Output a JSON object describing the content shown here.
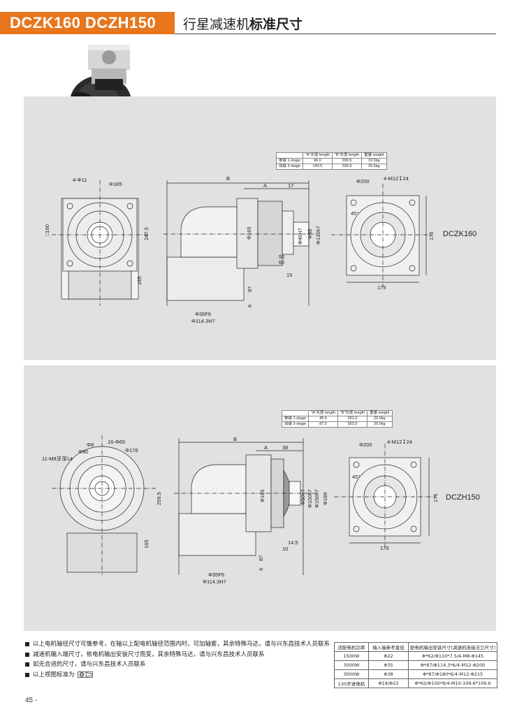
{
  "header": {
    "model": "DCZK160 DCZH150",
    "title_normal": "行星减速机",
    "title_bold": "标准尺寸"
  },
  "panel1": {
    "model_label": "DCZK160",
    "table": {
      "head": [
        "",
        "\"A\"长度 length",
        "\"B\"长度 length",
        "重量 weight"
      ],
      "rows": [
        [
          "单级 1-stage",
          "96.0",
          "290.5",
          "19.5kg"
        ],
        [
          "双级 2-stage",
          "140.5",
          "335.0",
          "25.5kg"
        ]
      ]
    },
    "dims": {
      "holes": "4-Φ11",
      "pcd": "Φ185",
      "sq": "□160",
      "h": "247.5",
      "h2": "165",
      "B": "B",
      "A": "A",
      "a17": "17",
      "phi165": "Φ165",
      "phi40": "Φ40H7",
      "phi55": "Φ55",
      "phi130": "Φ130h7",
      "d56": "56",
      "d62": "62",
      "d15": "15",
      "d87": "87",
      "d6": "6",
      "phi35": "Φ35F6",
      "phi114": "Φ114.3H7",
      "flange_pcd": "Φ200",
      "flange_holes": "4-M12↧24",
      "flange_sq": "175",
      "flange_w": "175",
      "flange_ang": "45°"
    }
  },
  "panel2": {
    "model_label": "DCZH150",
    "table": {
      "head": [
        "",
        "\"A\"长度 length",
        "\"B\"长度 length",
        "重量 weight"
      ],
      "rows": [
        [
          "单级 1-stage",
          "45.5",
          "261.0",
          "20.0kg"
        ],
        [
          "双级 2-stage",
          "87.5",
          "303.0",
          "26.0kg"
        ]
      ]
    },
    "dims": {
      "thread": "11-M8牙深14",
      "phi8": "Φ8",
      "phi80": "Φ80",
      "holes": "16-Φ65",
      "phi178": "Φ178",
      "h": "259.5",
      "h2": "165",
      "B": "B",
      "A": "A",
      "a38": "38",
      "phi165": "Φ165",
      "phi50": "Φ50h7",
      "phi100": "Φ100h7",
      "phi150": "Φ150h7",
      "phi189": "Φ189",
      "d145": "14.5",
      "d10": "10",
      "d87": "87",
      "d6": "6",
      "phi35": "Φ35F6",
      "phi114": "Φ114.3H7",
      "flange_pcd": "Φ200",
      "flange_holes": "4-M12↧24",
      "flange_sq": "175",
      "flange_w": "175",
      "flange_ang": "45°"
    }
  },
  "notes": [
    "以上电机轴径尺寸可做参考，在轴以上配电机轴径范围内时，可加轴套，其余特殊马达，请与兴东昌技术人员联系",
    "减速机输入端尺寸，依电机输出安装尺寸而变，其余特殊马达，请与兴东昌技术人员联系",
    "如无合适的尺寸，请与兴东昌技术人员联系",
    "以上视图标准为"
  ],
  "motor_table": {
    "head": [
      "适配电机功率",
      "输入轴参考直径",
      "配电机输出安装尺寸(减速机连接法兰尺寸)"
    ],
    "rows": [
      [
        "1500W",
        "Φ22",
        "Φ*62/Φ110*7.5/4-M8-Φ145"
      ],
      [
        "3000W",
        "Φ35",
        "Φ*87/Φ114.3*6/4-M12-Φ200"
      ],
      [
        "3000W",
        "Φ38",
        "Φ*87/Φ180*6/4-M12-Φ215"
      ],
      [
        "130步进电机",
        "Φ19/Φ22",
        "Φ*62/Φ100*8/4-M10-109.6*109.6"
      ]
    ]
  },
  "page_number": "45 -",
  "colors": {
    "accent": "#e8761c",
    "panel": "#e1e1e1"
  }
}
